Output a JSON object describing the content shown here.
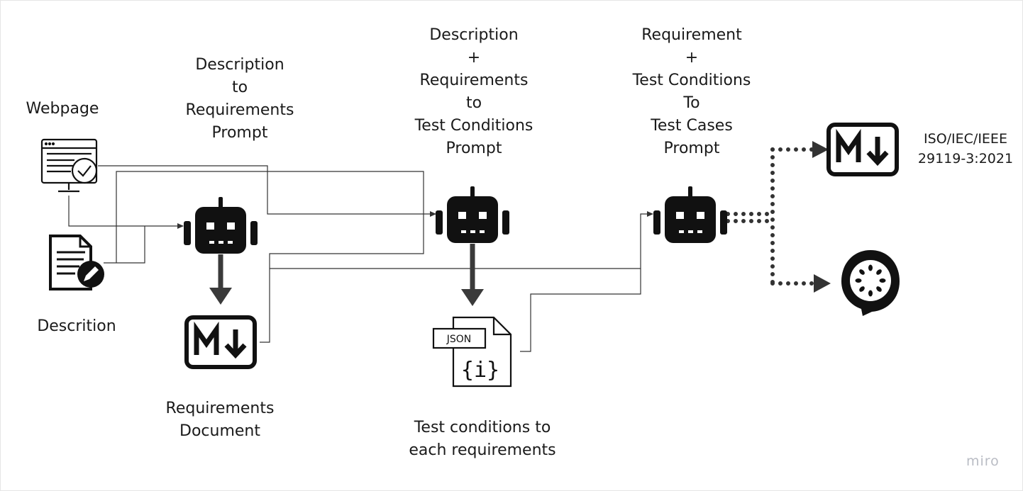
{
  "labels": {
    "webpage": "Webpage",
    "description": "Descrition",
    "prompt1": "Description\nto\nRequirements\nPrompt",
    "requirements_doc": "Requirements\nDocument",
    "prompt2": "Description\n+\nRequirements\nto\nTest Conditions\nPrompt",
    "test_conditions": "Test conditions to\neach requirements",
    "prompt3": "Requirement\n+\nTest Conditions\nTo\nTest Cases\nPrompt",
    "standard": "ISO/IEC/IEEE\n29119-3:2021",
    "watermark": "miro"
  },
  "icons": {
    "webpage": "monitor-checkmark-icon",
    "description": "document-edit-icon",
    "robots": [
      "robot-icon",
      "robot-icon",
      "robot-icon"
    ],
    "markdown": "markdown-icon",
    "json": "json-file-icon",
    "cucumber": "cucumber-icon"
  },
  "json_badge": "JSON",
  "json_body": "{i}",
  "colors": {
    "icon": "#111111",
    "connector": "#333333",
    "arrow": "#3a3a3a",
    "watermark": "#b9bcc4"
  }
}
